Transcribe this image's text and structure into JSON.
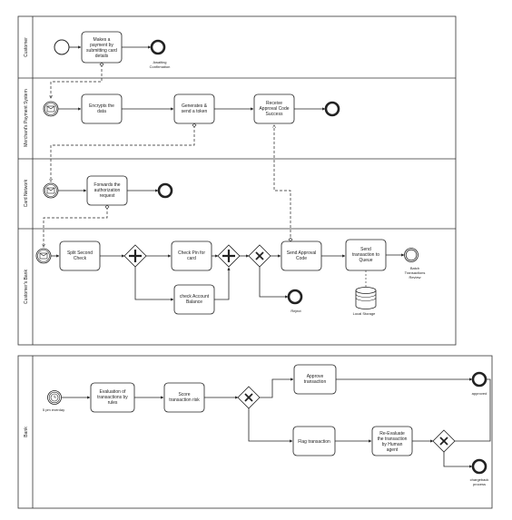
{
  "pool1": {
    "lanes": [
      "Customer",
      "Merchant's Payment System",
      "Card Network",
      "Customer's Bank"
    ]
  },
  "pool2": {
    "lanes": [
      "Bank"
    ]
  },
  "tasks": {
    "makes_payment": [
      "Makes a",
      "payment by",
      "submitting card",
      "details"
    ],
    "encrypts": [
      "Encrypts the",
      "data"
    ],
    "generates_token": [
      "Generates &",
      "send a token"
    ],
    "receive_approval": [
      "Receive",
      "Approval Code",
      "Success"
    ],
    "forwards_request": [
      "Forwards the",
      "authorization",
      "request"
    ],
    "split_second": [
      "Split Second",
      "Check"
    ],
    "check_pin": [
      "Check Pin for",
      "card"
    ],
    "check_balance": [
      "check Account",
      "Balance"
    ],
    "send_approval": [
      "Send Approval",
      "Code"
    ],
    "send_queue": [
      "Send",
      "transaction to",
      "Queue"
    ],
    "evaluation": [
      "Evaluation of",
      "transactions by",
      "rules"
    ],
    "score": [
      "Score",
      "transaction risk"
    ],
    "approve": [
      "Approve",
      "transaction"
    ],
    "flag": [
      "Flag transaction"
    ],
    "re_evaluate": [
      "Re-Evaluate",
      "the transaction",
      "by Human",
      "agent"
    ]
  },
  "labels": {
    "awaiting": [
      "Awaiting",
      "Confirmation"
    ],
    "reject": [
      "Reject"
    ],
    "local_storage": [
      "Local Storage"
    ],
    "batch_review": [
      "Batch",
      "Transactions",
      "Review"
    ],
    "timer": [
      "5 pm everday"
    ],
    "approved": [
      "approved"
    ],
    "chargeback": [
      "chargeback",
      "process"
    ]
  }
}
